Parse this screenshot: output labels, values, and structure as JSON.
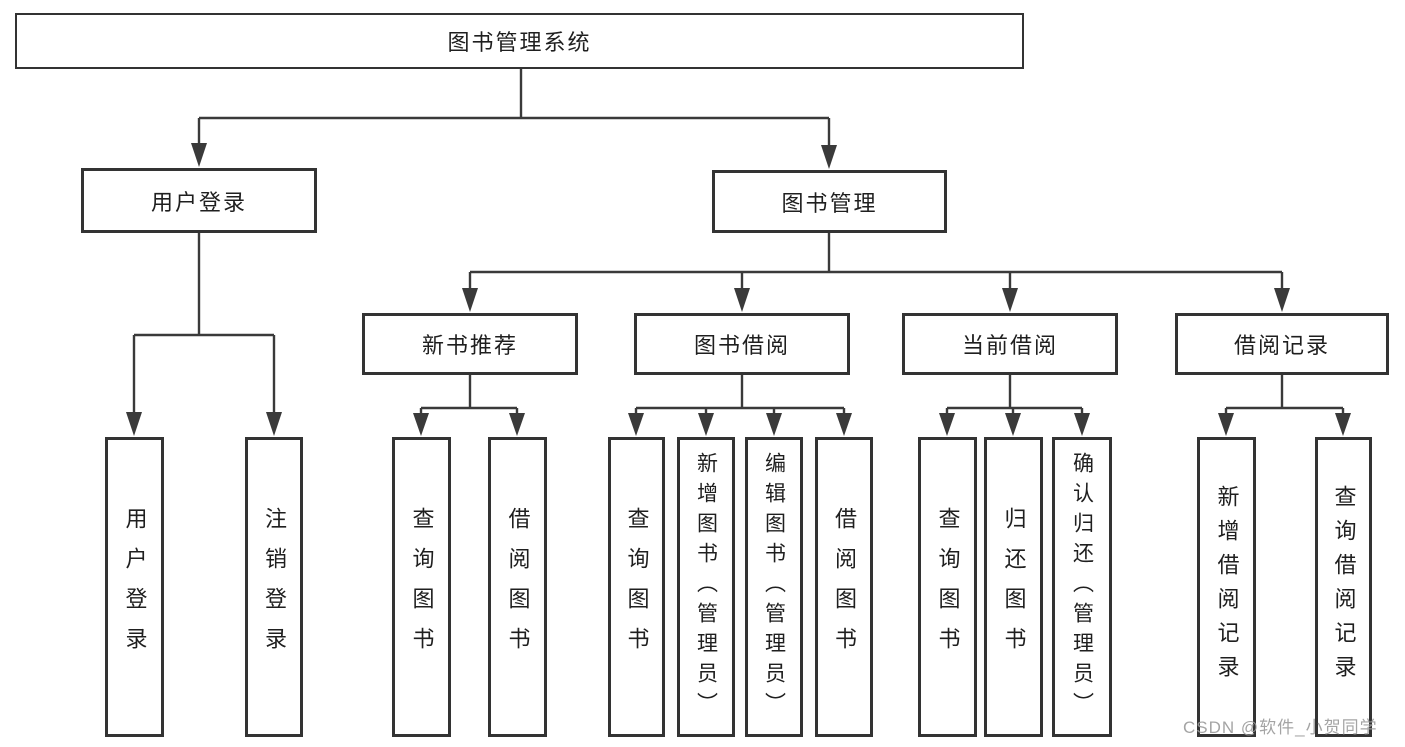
{
  "nodes": {
    "root": "图书管理系统",
    "user_login": "用户登录",
    "book_management": "图书管理",
    "new_book_recommend": "新书推荐",
    "book_borrow": "图书借阅",
    "current_borrow": "当前借阅",
    "borrow_records": "借阅记录",
    "leaf_user_login": "用户登录",
    "leaf_logout": "注销登录",
    "nb_query_books": "查询图书",
    "nb_borrow_books": "借阅图书",
    "bb_query_books": "查询图书",
    "bb_add_books": "新增图书（管理员）",
    "bb_edit_books": "编辑图书（管理员）",
    "bb_borrow_books": "借阅图书",
    "cb_query_books": "查询图书",
    "cb_return_books": "归还图书",
    "cb_confirm_return": "确认归还（管理员）",
    "br_add_record": "新增借阅记录",
    "br_query_record": "查询借阅记录"
  },
  "watermark": "CSDN @软件_小贺同学",
  "colors": {
    "line": "#3a3a3a",
    "box_border": "#333333",
    "text": "#1f1f1f",
    "watermark": "#9b9b9b",
    "background": "#ffffff"
  }
}
